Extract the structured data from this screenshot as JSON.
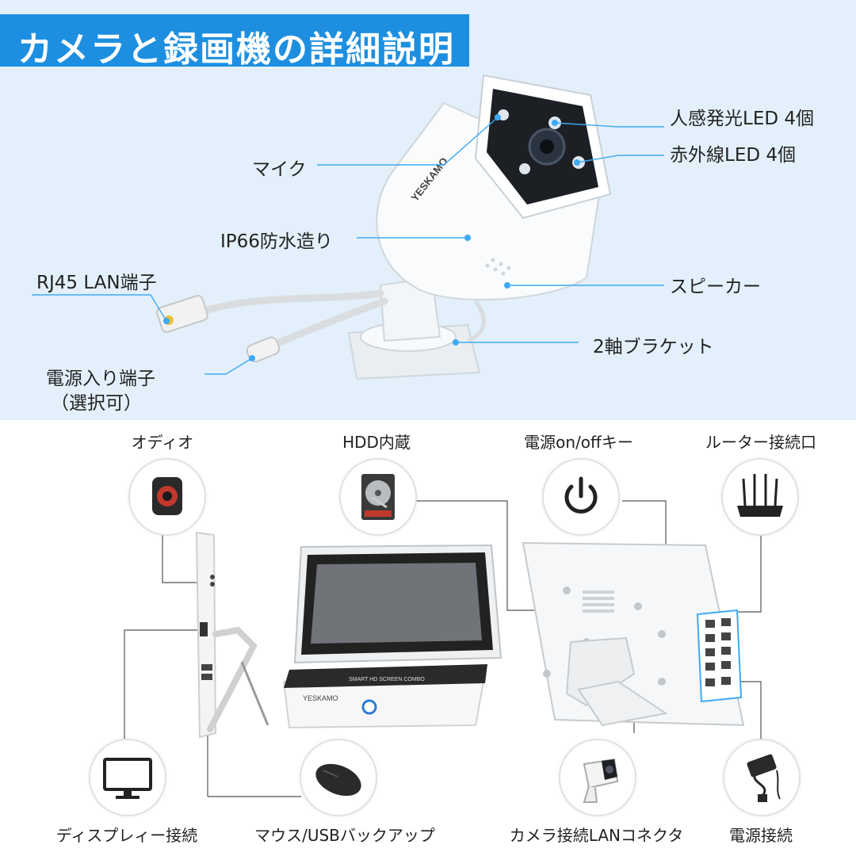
{
  "title": "カメラと録画機の詳細説明",
  "camera": {
    "brand": "YESKAMO",
    "callouts": {
      "led_motion": "人感発光LED 4個",
      "led_ir": "赤外線LED 4個",
      "mic": "マイク",
      "waterproof": "IP66防水造り",
      "rj45": "RJ45 LAN端子",
      "speaker": "スピーカー",
      "bracket": "2軸ブラケット",
      "power_line1": "電源入り端子",
      "power_line2": "（選択可）"
    }
  },
  "nvr": {
    "brand": "YESKAMO",
    "bezel_text": "SMART HD SCREEN COMBO",
    "features_top": {
      "audio": "オディオ",
      "hdd": "HDD内蔵",
      "power_key": "電源on/offキー",
      "router": "ルーター接続口"
    },
    "features_bottom": {
      "display": "ディスプレィー接続",
      "mouse": "マウス/USBバックアップ",
      "camera_lan": "カメラ接続LANコネクタ",
      "power": "電源接続"
    }
  },
  "colors": {
    "accent": "#1e8fe0",
    "leader_line": "#3fa9f5",
    "bg_top": "#e3f0fb"
  },
  "icons": [
    "speaker-icon",
    "hdd-icon",
    "power-icon",
    "router-icon",
    "monitor-icon",
    "mouse-icon",
    "camera-icon",
    "power-adapter-icon"
  ]
}
